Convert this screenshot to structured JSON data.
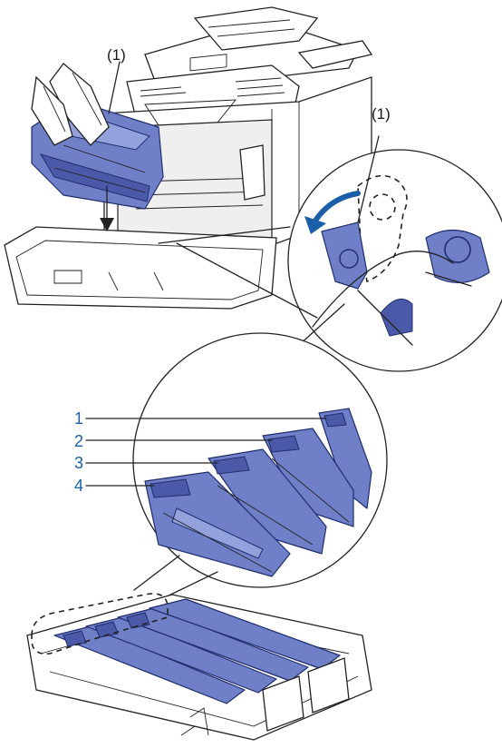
{
  "callouts": {
    "top_left": "(1)",
    "top_right": "(1)"
  },
  "numbers": [
    "1",
    "2",
    "3",
    "4"
  ],
  "colors": {
    "part_blue": "#6f80c8",
    "part_blue_dark": "#4a5aa8",
    "number_blue": "#1a5fa8",
    "line": "#222222"
  }
}
